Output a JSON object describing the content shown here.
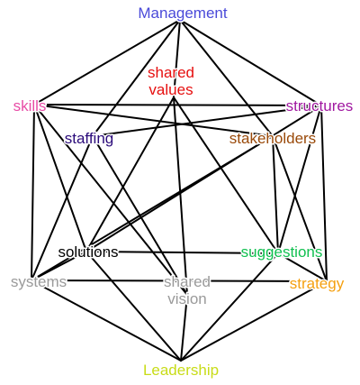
{
  "nodes": [
    {
      "id": "management",
      "label": "Management",
      "color": "#4a4ad9"
    },
    {
      "id": "shared-values",
      "label": "shared\nvalues",
      "color": "#e60f0f"
    },
    {
      "id": "skills",
      "label": "skills",
      "color": "#e84ca6"
    },
    {
      "id": "structures",
      "label": "structures",
      "color": "#a018a0"
    },
    {
      "id": "staffing",
      "label": "staffing",
      "color": "#2a0a7a"
    },
    {
      "id": "stakeholders",
      "label": "stakeholders",
      "color": "#9a4a0a"
    },
    {
      "id": "solutions",
      "label": "solutions",
      "color": "#000000"
    },
    {
      "id": "suggestions",
      "label": "suggestions",
      "color": "#11c050"
    },
    {
      "id": "systems",
      "label": "systems",
      "color": "#9a9a9a"
    },
    {
      "id": "shared-vision",
      "label": "shared\nvision",
      "color": "#9a9a9a"
    },
    {
      "id": "strategy",
      "label": "strategy",
      "color": "#f5a010"
    },
    {
      "id": "leadership",
      "label": "Leadership",
      "color": "#c8dc18"
    }
  ],
  "edges": [
    [
      "management",
      "skills"
    ],
    [
      "management",
      "structures"
    ],
    [
      "management",
      "staffing"
    ],
    [
      "management",
      "stakeholders"
    ],
    [
      "management",
      "shared-values"
    ],
    [
      "skills",
      "structures"
    ],
    [
      "skills",
      "stakeholders"
    ],
    [
      "staffing",
      "structures"
    ],
    [
      "skills",
      "systems"
    ],
    [
      "skills",
      "shared-vision"
    ],
    [
      "skills",
      "solutions"
    ],
    [
      "structures",
      "strategy"
    ],
    [
      "structures",
      "suggestions"
    ],
    [
      "structures",
      "solutions"
    ],
    [
      "staffing",
      "shared-vision"
    ],
    [
      "staffing",
      "systems"
    ],
    [
      "stakeholders",
      "strategy"
    ],
    [
      "stakeholders",
      "systems"
    ],
    [
      "shared-values",
      "solutions"
    ],
    [
      "shared-values",
      "suggestions"
    ],
    [
      "shared-values",
      "shared-vision"
    ],
    [
      "stakeholders",
      "suggestions"
    ],
    [
      "solutions",
      "suggestions"
    ],
    [
      "systems",
      "strategy"
    ],
    [
      "solutions",
      "systems"
    ],
    [
      "suggestions",
      "strategy"
    ],
    [
      "leadership",
      "systems"
    ],
    [
      "leadership",
      "strategy"
    ],
    [
      "leadership",
      "solutions"
    ],
    [
      "leadership",
      "suggestions"
    ],
    [
      "leadership",
      "shared-vision"
    ]
  ]
}
